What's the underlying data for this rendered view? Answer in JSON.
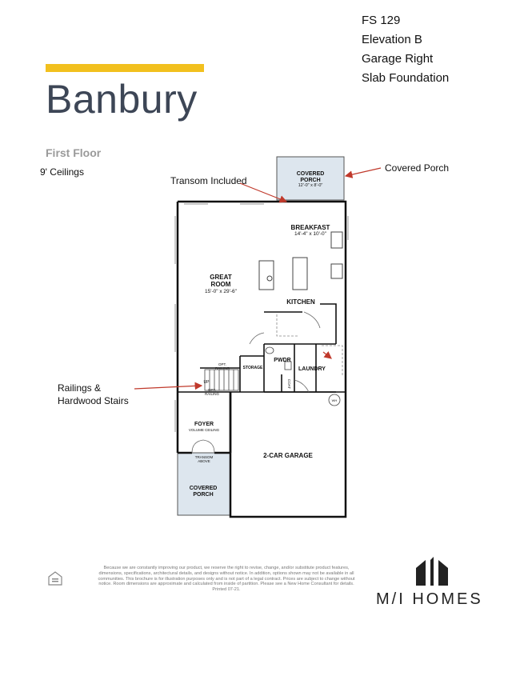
{
  "info": {
    "line1": "FS 129",
    "line2": "Elevation B",
    "line3": "Garage Right",
    "line4": "Slab Foundation"
  },
  "title": "Banbury",
  "floor_label": "First Floor",
  "ceilings": "9' Ceilings",
  "callouts": {
    "transom": "Transom Included",
    "covered_porch": "Covered Porch",
    "railings_line1": "Railings &",
    "railings_line2": "Hardwood Stairs"
  },
  "rooms": {
    "covered_porch_top": "COVERED",
    "covered_porch_top2": "PORCH",
    "covered_porch_top_dims": "12'-0\" x 8'-0\"",
    "breakfast": "BREAKFAST",
    "breakfast_dims": "14'-4\" x 10'-0\"",
    "great_room": "GREAT",
    "great_room2": "ROOM",
    "great_room_dims": "15'-0\" x 29'-6\"",
    "kitchen": "KITCHEN",
    "pwdr": "PWDR",
    "laundry": "LAUNDRY",
    "storage": "STORAGE",
    "coat": "COAT",
    "opt_railing_top": "OPT.",
    "opt_railing_top2": "RAILING",
    "opt_railing_bottom": "OPT.",
    "opt_railing_bottom2": "RAILING",
    "up": "UP",
    "foyer": "FOYER",
    "foyer_sub": "VOLUME CEILING",
    "transom_above": "TRANSOM",
    "transom_above2": "ABOVE",
    "covered_porch_bottom": "COVERED",
    "covered_porch_bottom2": "PORCH",
    "garage": "2-CAR GARAGE",
    "wh": "WH"
  },
  "disclaimer": "Because we are constantly improving our product, we reserve the right to revise, change, and/or substitute product features, dimensions, specifications, architectural details, and designs without notice. In addition, options shown may not be available in all communities. This brochure is for illustration purposes only and is not part of a legal contract. Prices are subject to change without notice. Room dimensions are approximate and calculated from inside of partition. Please see a New Home Consultant for details. Printed 07-21.",
  "logo": {
    "text": "M/I HOMES",
    "mark": "mi-homes-logo-mark"
  },
  "icons": {
    "equal_housing": "equal-housing-icon"
  },
  "colors": {
    "accent_yellow": "#f2c01e",
    "title_gray": "#3d4656",
    "porch_fill": "#dde6ee",
    "arrow_red": "#c0392b"
  }
}
